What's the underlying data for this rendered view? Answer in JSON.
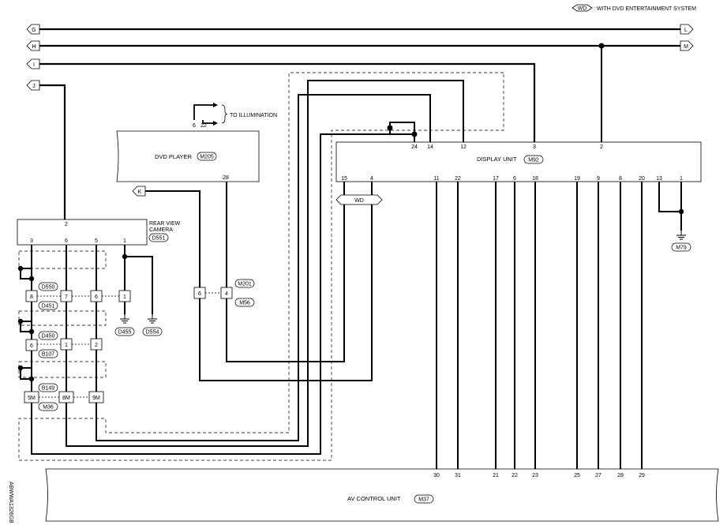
{
  "legend": {
    "badge": "WD",
    "text": ": WITH DVD ENTERTAINMENT SYSTEM"
  },
  "side_code": "ABWWA1326GB",
  "flags": {
    "G": "G",
    "H": "H",
    "I": "I",
    "J": "J",
    "K": "K",
    "L": "L",
    "M": "M"
  },
  "dvd_player": {
    "name": "DVD PLAYER",
    "connector": "M205",
    "pins": {
      "p6": "6",
      "p22": "22",
      "p28": "28"
    },
    "to_illumination": "TO ILLUMINATION"
  },
  "display_unit": {
    "name": "DISPLAY UNIT",
    "connector": "M92",
    "top_pins": [
      "24",
      "14",
      "12",
      "3",
      "2"
    ],
    "bottom_pins": [
      "15",
      "4",
      "11",
      "22",
      "17",
      "6",
      "18",
      "19",
      "9",
      "8",
      "20",
      "13",
      "1"
    ]
  },
  "wd_tag": "WD",
  "rear_camera": {
    "name_line1": "REAR VIEW",
    "name_line2": "CAMERA",
    "connector": "D551",
    "top_pin": "2",
    "bottom_pins": [
      "3",
      "6",
      "5",
      "1"
    ]
  },
  "connectors": {
    "c1": {
      "left": "D550",
      "right": "D451",
      "pins": [
        "8",
        "7",
        "6",
        "1"
      ]
    },
    "c2": {
      "left": "D450",
      "right": "B107",
      "pins": [
        "6",
        "1",
        "2"
      ]
    },
    "c3": {
      "left": "B149",
      "right": "M36",
      "pins": [
        "5M",
        "8M",
        "9M"
      ]
    },
    "c4": {
      "top": "M201",
      "bottom": "M56",
      "pins": [
        "6",
        "4"
      ]
    }
  },
  "grounds": {
    "g1": "D455",
    "g2": "D554",
    "g3": "M79"
  },
  "av_control": {
    "name": "AV CONTROL UNIT",
    "connector": "M37",
    "pins": [
      "30",
      "31",
      "21",
      "22",
      "23",
      "25",
      "27",
      "28",
      "29"
    ]
  }
}
